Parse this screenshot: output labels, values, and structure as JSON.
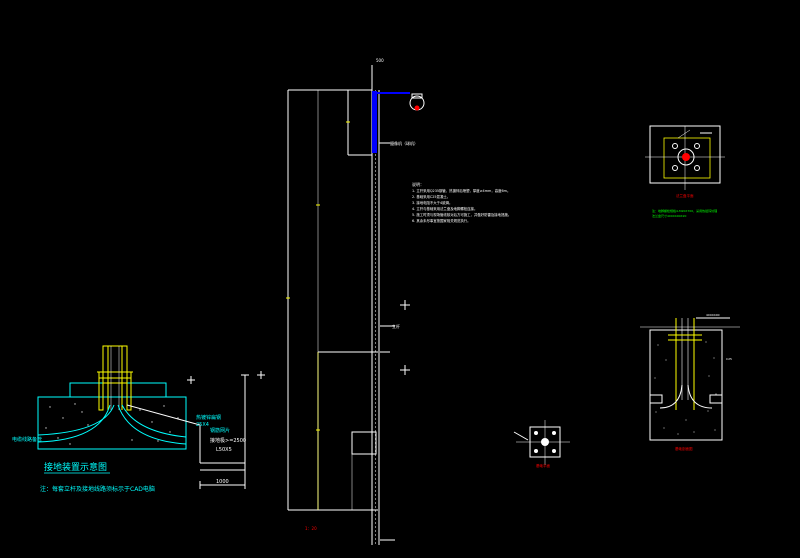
{
  "drawing": {
    "background": "#000000",
    "colors": {
      "white": "#ffffff",
      "yellow": "#ffff00",
      "cyan": "#00ffff",
      "green": "#00ff00",
      "red": "#ff0000",
      "blue": "#0000ff",
      "grey": "#808080"
    }
  },
  "grounding_detail": {
    "title": "接地装置示意图",
    "note": "注：每套立杆及接地线路须标示于CAD电脑",
    "labels": {
      "left_label": "电缆线路备管",
      "flat_steel": "热镀锌扁钢",
      "spec_25x4": "25X4",
      "rod_depth": "接地极>=2500",
      "l50x5": "L50X5",
      "steel_bar": "钢筋网片",
      "dim_bottom": "1000"
    }
  },
  "pole_elevation": {
    "camera_label": "摄像机（球机）",
    "top_dim": "500",
    "mid_label": "立杆",
    "base_label": "1：20"
  },
  "notes": {
    "heading": "说明：",
    "lines": [
      "1. 立杆采用Q235钢管，热镀锌后喷塑，厚度≥4mm，高度6m。",
      "2. 基础采用C25混凝土。",
      "3. 接地电阻不大于4欧姆。",
      "4. 立杆与基础采用法兰盘及地脚螺栓连接。",
      "5. 施工时须与现场管线核对后方可施工，并做好防雷及接地措施。",
      "6. 其余未尽事宜按国家相关规范执行。"
    ]
  },
  "flange_plan": {
    "title": "法兰盘平面",
    "notes": [
      "注：地脚螺栓规格4-M20X700，采用热镀锌处理",
      "法兰盘尺寸400X400X20"
    ]
  },
  "foundation_section": {
    "title": "基础剖面图",
    "top_label": "400X400",
    "side_label": "C25"
  },
  "small_plan": {
    "title": "基础平面"
  }
}
